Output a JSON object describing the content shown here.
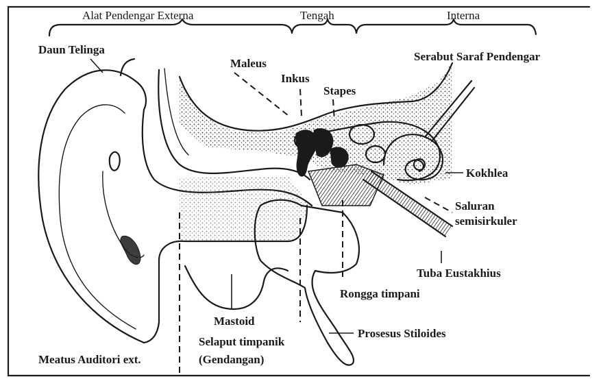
{
  "header": {
    "externa": "Alat Pendengar Externa",
    "tengah": "Tengah",
    "interna": "Interna"
  },
  "labels": {
    "daun_telinga": "Daun Telinga",
    "maleus": "Maleus",
    "inkus": "Inkus",
    "stapes": "Stapes",
    "serabut_saraf": "Serabut Saraf Pendengar",
    "kokhlea": "Kokhlea",
    "saluran": "Saluran",
    "semisirkuler": "semisirkuler",
    "tuba_eustakhius": "Tuba Eustakhius",
    "rongga_timpani": "Rongga timpani",
    "mastoid": "Mastoid",
    "selaput_timpanik": "Selaput timpanik",
    "gendangan": "(Gendangan)",
    "prosesus_stiloides": "Prosesus Stiloides",
    "meatus": "Meatus Auditori ext."
  }
}
